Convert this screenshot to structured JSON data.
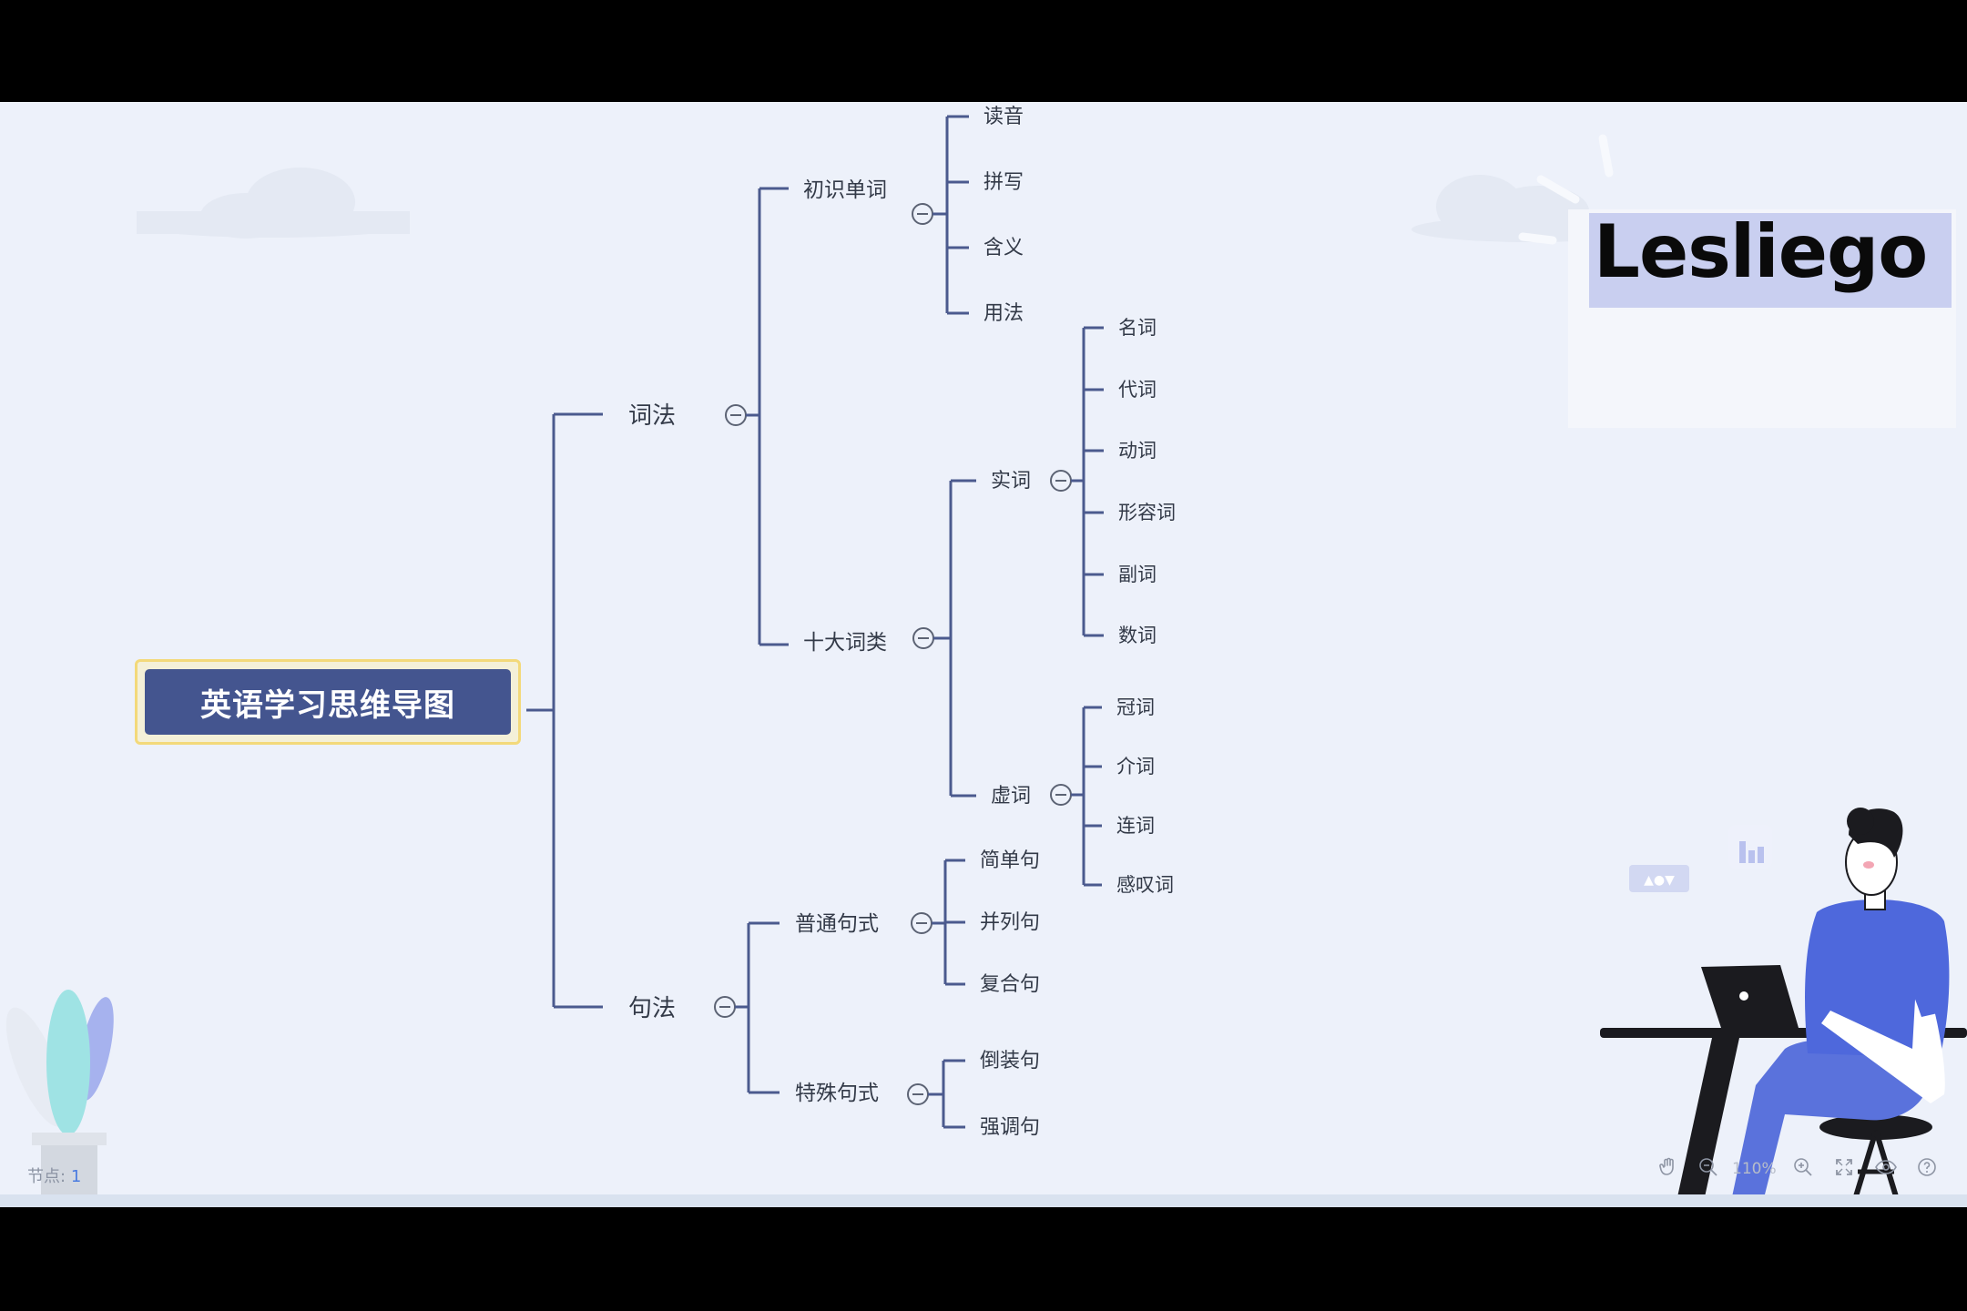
{
  "mindmap": {
    "root": "英语学习思维导图",
    "branches": [
      {
        "label": "词法",
        "children": [
          {
            "label": "初识单词",
            "children": [
              "读音",
              "拼写",
              "含义",
              "用法"
            ]
          },
          {
            "label": "十大词类",
            "children": [
              {
                "label": "实词",
                "children": [
                  "名词",
                  "代词",
                  "动词",
                  "形容词",
                  "副词",
                  "数词"
                ]
              },
              {
                "label": "虚词",
                "children": [
                  "冠词",
                  "介词",
                  "连词",
                  "感叹词"
                ]
              }
            ]
          }
        ]
      },
      {
        "label": "句法",
        "children": [
          {
            "label": "普通句式",
            "children": [
              "简单句",
              "并列句",
              "复合句"
            ]
          },
          {
            "label": "特殊句式",
            "children": [
              "倒装句",
              "强调句"
            ]
          }
        ]
      }
    ]
  },
  "logo": {
    "text": "Lesliego"
  },
  "status": {
    "node_count_label": "节点:",
    "node_count": "1"
  },
  "toolbar": {
    "zoom": "110%"
  },
  "colors": {
    "line": "#4b5a8e",
    "root_bg": "#44558f",
    "root_border": "#f3d97a",
    "canvas_bg": "#edf1fa"
  },
  "icons": [
    "hand-icon",
    "zoom-out-icon",
    "zoom-in-icon",
    "fullscreen-icon",
    "eye-icon",
    "help-icon"
  ]
}
